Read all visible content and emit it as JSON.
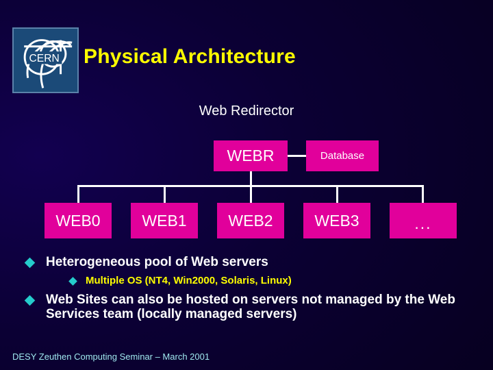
{
  "slide": {
    "title": "Physical Architecture",
    "footer": "DESY Zeuthen Computing Seminar – March 2001",
    "logo_text": "CERN",
    "colors": {
      "background": "#0a0030",
      "title": "#ffff00",
      "node_fill": "#e1009b",
      "node_text": "#ffffff",
      "wire": "#ffffff",
      "bullet_marker": "#25cccc",
      "bullet_level1_text": "#ffffff",
      "bullet_level2_text": "#ffff00",
      "footer_text": "#9fe8ee",
      "logo_fill": "#1b4a78"
    }
  },
  "diagram": {
    "caption": "Web Redirector",
    "redirector": {
      "label": "WEBR"
    },
    "database": {
      "label": "Database"
    },
    "servers": [
      {
        "label": "WEB0"
      },
      {
        "label": "WEB1"
      },
      {
        "label": "WEB2"
      },
      {
        "label": "WEB3"
      },
      {
        "label": "..."
      }
    ]
  },
  "bullets": [
    {
      "level": 1,
      "text": "Heterogeneous pool of Web servers"
    },
    {
      "level": 2,
      "text": "Multiple OS (NT4, Win2000, Solaris, Linux)"
    },
    {
      "level": 1,
      "text": "Web Sites can also be hosted on servers not managed by the Web Services team (locally managed servers)"
    }
  ]
}
